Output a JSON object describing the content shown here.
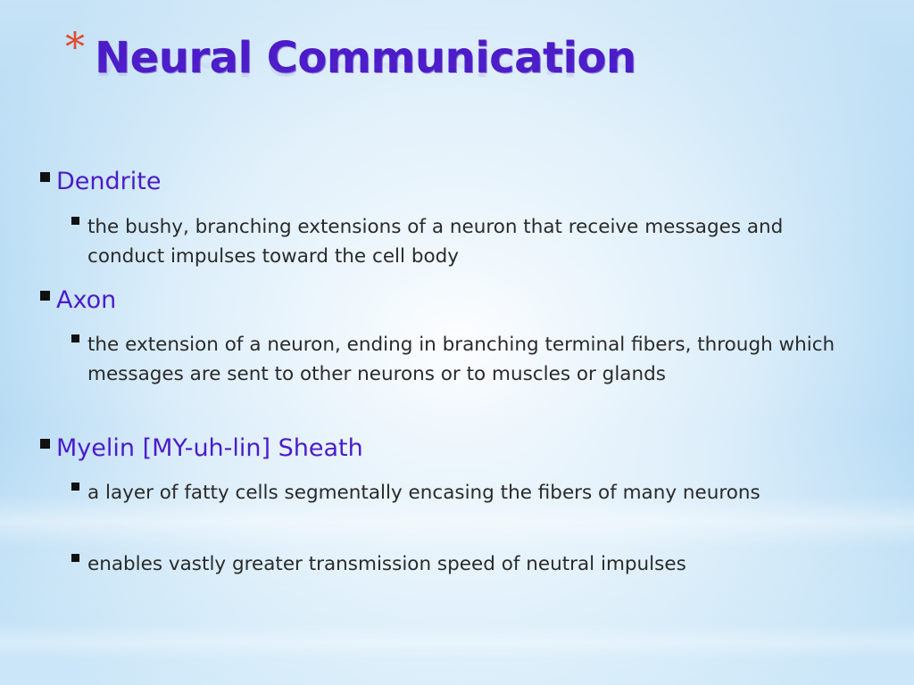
{
  "slide": {
    "title_marker": "*",
    "title": "Neural Communication",
    "sections": [
      {
        "heading": "Dendrite",
        "points": [
          "the bushy, branching extensions of a neuron that receive messages and conduct impulses toward the cell body"
        ]
      },
      {
        "heading": "Axon",
        "points": [
          "the extension of a neuron, ending in branching terminal fibers, through which messages are sent to other neurons or to muscles or glands"
        ]
      },
      {
        "heading": "Myelin [MY-uh-lin] Sheath",
        "points": [
          "a layer of fatty cells segmentally encasing the fibers of many neurons",
          "enables vastly greater transmission speed of neutral impulses"
        ]
      }
    ]
  },
  "colors": {
    "title": "#4b1cc8",
    "heading": "#4b1cc8",
    "body_text": "#2a2a2a",
    "title_marker": "#e24a2e",
    "background": "#a9d5f2"
  },
  "icons": {
    "bullet_marker": "square-bullet-icon"
  }
}
